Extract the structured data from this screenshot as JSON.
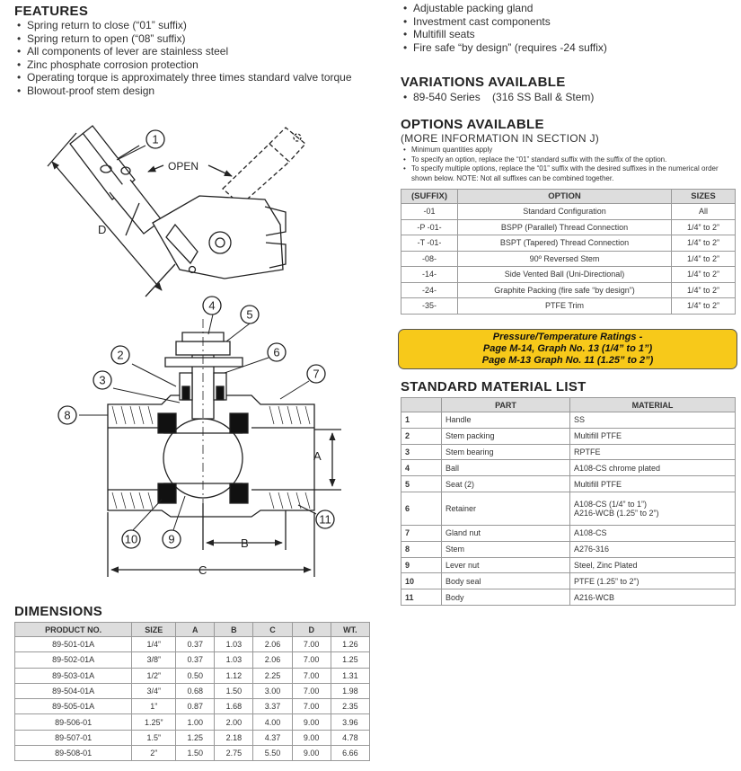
{
  "features": {
    "heading": "FEATURES",
    "items": [
      "Spring return to close (“01” suffix)",
      "Spring return to open (“08” suffix)",
      "All components of lever are stainless steel",
      "Zinc phosphate corrosion protection",
      "Operating torque is approximately three times standard valve torque",
      "Blowout-proof stem design"
    ],
    "items_right": [
      "Adjustable packing gland",
      "Investment cast components",
      "Multifill seats",
      "Fire safe “by design” (requires -24 suffix)"
    ]
  },
  "variations": {
    "heading": "VARIATIONS AVAILABLE",
    "items": [
      "89-540 Series    (316 SS Ball & Stem)"
    ]
  },
  "options": {
    "heading": "OPTIONS AVAILABLE",
    "subheading": "(MORE INFORMATION IN SECTION J)",
    "notes": [
      "Minimum quantities apply",
      "To specify an option, replace the “01” standard suffix with the suffix of the option.",
      "To specify multiple options, replace the “01” suffix with the desired suffixes in the numerical order shown below. NOTE: Not all suffixes can be combined together."
    ],
    "columns": [
      "(SUFFIX)",
      "OPTION",
      "SIZES"
    ],
    "rows": [
      [
        "-01",
        "Standard Configuration",
        "All"
      ],
      [
        "-P -01-",
        "BSPP (Parallel) Thread Connection",
        "1/4” to 2”"
      ],
      [
        "-T -01-",
        "BSPT (Tapered) Thread Connection",
        "1/4” to 2”"
      ],
      [
        "-08-",
        "90º Reversed Stem",
        "1/4” to 2”"
      ],
      [
        "-14-",
        "Side Vented Ball (Uni-Directional)",
        "1/4” to 2”"
      ],
      [
        "-24-",
        "Graphite Packing (fire safe “by design”)",
        "1/4” to 2”"
      ],
      [
        "-35-",
        "PTFE Trim",
        "1/4” to 2”"
      ]
    ]
  },
  "pressure": {
    "line1": "Pressure/Temperature Ratings -",
    "line2": "Page M-14, Graph No. 13 (1/4” to 1”)",
    "line3": "Page M-13 Graph No. 11 (1.25” to 2”)",
    "color": "#f7c91a"
  },
  "materials": {
    "heading": "STANDARD MATERIAL LIST",
    "columns": [
      "",
      "PART",
      "MATERIAL"
    ],
    "rows": [
      [
        "1",
        "Handle",
        "SS"
      ],
      [
        "2",
        "Stem packing",
        "Multifill PTFE"
      ],
      [
        "3",
        "Stem bearing",
        "RPTFE"
      ],
      [
        "4",
        "Ball",
        "A108-CS chrome plated"
      ],
      [
        "5",
        "Seat (2)",
        "Multifill PTFE"
      ],
      [
        "6",
        "Retainer",
        "A108-CS (1/4” to 1”)\nA216-WCB (1.25” to 2”)"
      ],
      [
        "7",
        "Gland nut",
        "A108-CS"
      ],
      [
        "8",
        "Stem",
        "A276-316"
      ],
      [
        "9",
        "Lever nut",
        "Steel, Zinc Plated"
      ],
      [
        "10",
        "Body seal",
        "PTFE (1.25” to 2”)"
      ],
      [
        "11",
        "Body",
        "A216-WCB"
      ]
    ]
  },
  "dimensions": {
    "heading": "DIMENSIONS",
    "columns": [
      "PRODUCT NO.",
      "SIZE",
      "A",
      "B",
      "C",
      "D",
      "WT."
    ],
    "rows": [
      [
        "89-501-01A",
        "1/4”",
        "0.37",
        "1.03",
        "2.06",
        "7.00",
        "1.26"
      ],
      [
        "89-502-01A",
        "3/8”",
        "0.37",
        "1.03",
        "2.06",
        "7.00",
        "1.25"
      ],
      [
        "89-503-01A",
        "1/2”",
        "0.50",
        "1.12",
        "2.25",
        "7.00",
        "1.31"
      ],
      [
        "89-504-01A",
        "3/4”",
        "0.68",
        "1.50",
        "3.00",
        "7.00",
        "1.98"
      ],
      [
        "89-505-01A",
        "1”",
        "0.87",
        "1.68",
        "3.37",
        "7.00",
        "2.35"
      ],
      [
        "89-506-01",
        "1.25”",
        "1.00",
        "2.00",
        "4.00",
        "9.00",
        "3.96"
      ],
      [
        "89-507-01",
        "1.5”",
        "1.25",
        "2.18",
        "4.37",
        "9.00",
        "4.78"
      ],
      [
        "89-508-01",
        "2”",
        "1.50",
        "2.75",
        "5.50",
        "9.00",
        "6.66"
      ]
    ]
  },
  "drawing": {
    "open_label": "OPEN",
    "dim_labels": {
      "A": "A",
      "B": "B",
      "C": "C",
      "D": "D"
    },
    "callouts": [
      "1",
      "2",
      "3",
      "4",
      "5",
      "6",
      "7",
      "8",
      "9",
      "10",
      "11"
    ]
  }
}
